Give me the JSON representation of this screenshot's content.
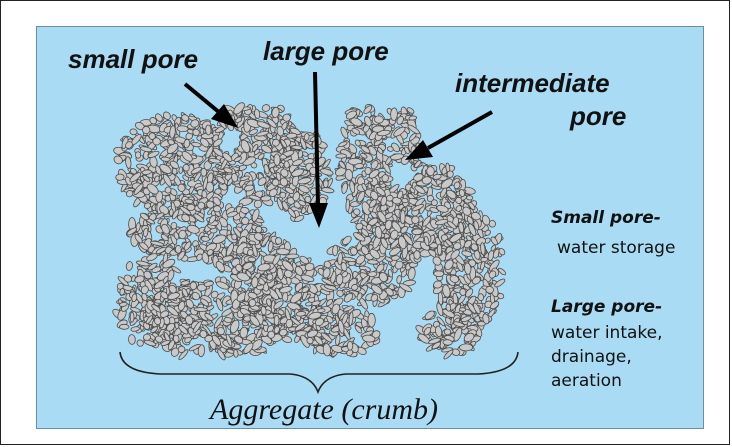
{
  "labels": {
    "small_pore": "small pore",
    "large_pore": "large pore",
    "intermediate_line1": "intermediate",
    "intermediate_line2": "pore"
  },
  "caption": "Aggregate (crumb)",
  "legend": {
    "small_title": "Small pore-",
    "small_desc": "water storage",
    "large_title": "Large pore-",
    "large_desc": [
      "water intake,",
      "drainage,",
      "aeration"
    ]
  },
  "colors": {
    "panel": "#a9dcf4",
    "particle_fill": "#c9c9c9",
    "particle_stroke": "#4a4a4a",
    "arrow": "#000000"
  }
}
